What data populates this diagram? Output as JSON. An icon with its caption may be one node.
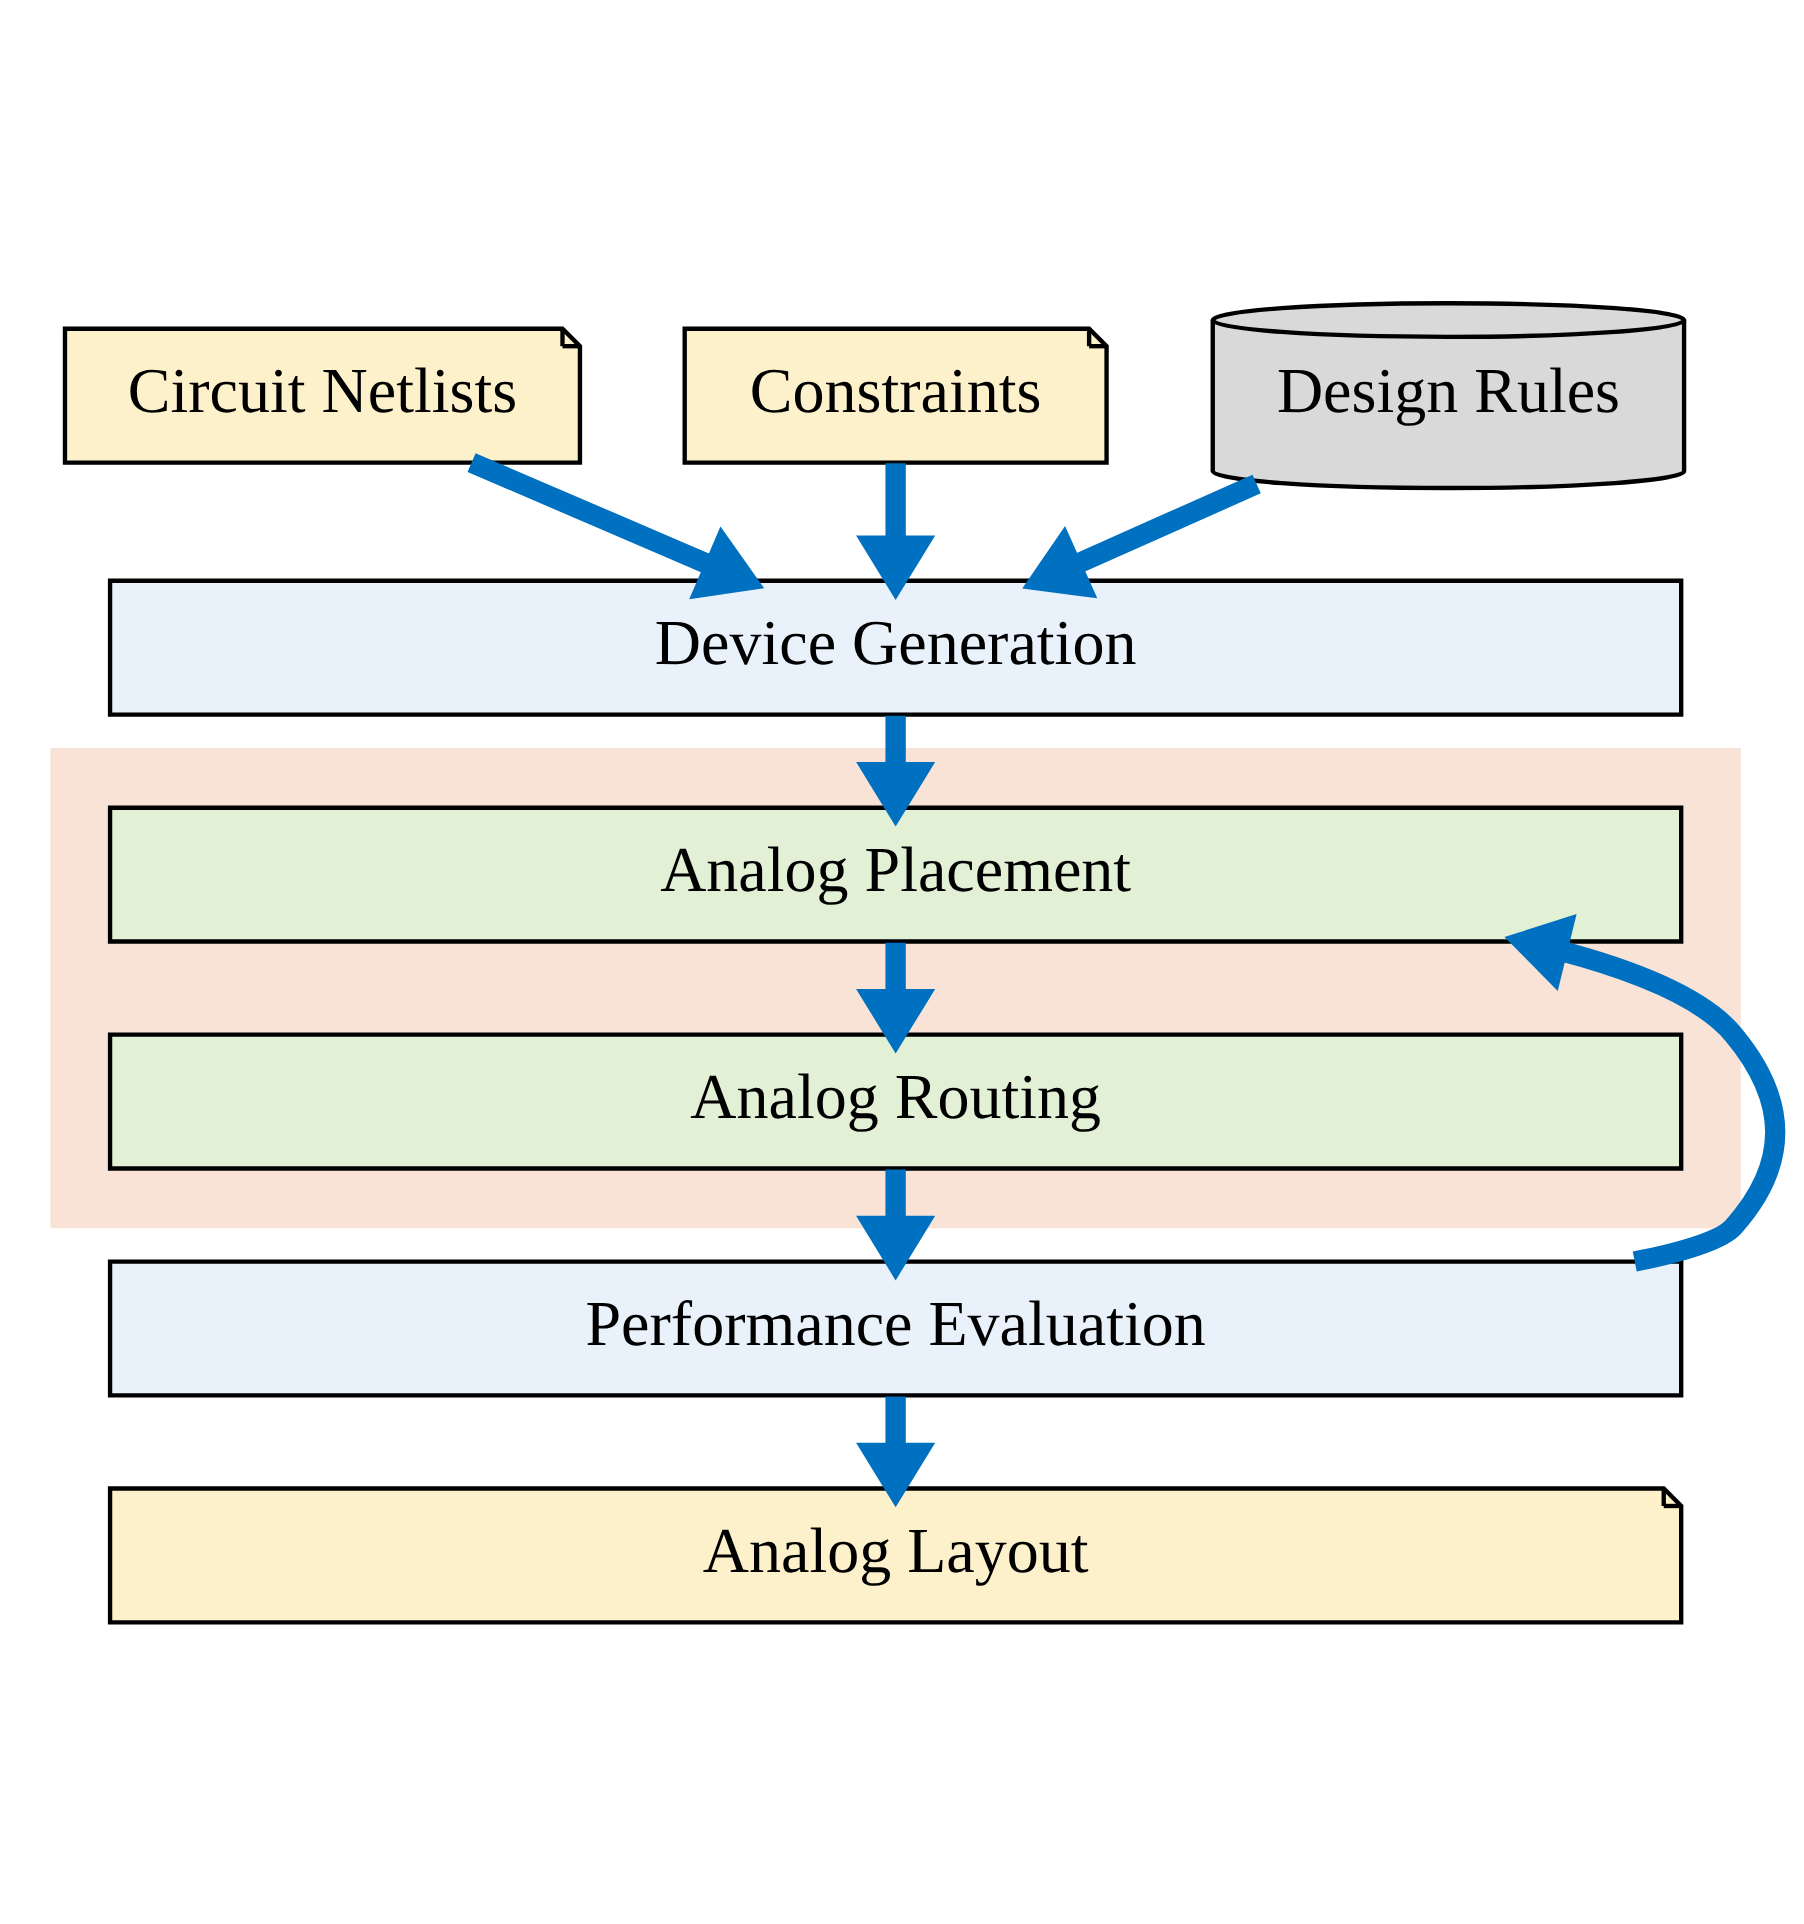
{
  "diagram": {
    "nodes": [
      {
        "text": [
          "Circuit Netlists"
        ]
      },
      {
        "text": [
          "Constraints"
        ]
      },
      {
        "text": [
          "Design Rules"
        ]
      },
      {
        "text": [
          "Device Generation"
        ]
      },
      {
        "text": [],
        "shape": "box"
      },
      {
        "text": [
          "Analog Placement"
        ],
        "in": 4
      },
      {
        "text": [
          "Analog Routing"
        ],
        "in": 4
      },
      {
        "text": [
          "Performance Evaluation"
        ]
      },
      {
        "text": [
          "Analog Layout"
        ]
      }
    ],
    "edges": [
      {
        "from": 0,
        "to": 3,
        "arrow": "to"
      },
      {
        "from": 1,
        "to": 3,
        "arrow": "to"
      },
      {
        "from": 2,
        "to": 3,
        "arrow": "to"
      },
      {
        "from": 3,
        "to": 5,
        "arrow": "to"
      },
      {
        "from": 5,
        "to": 6,
        "arrow": "to"
      },
      {
        "from": 6,
        "to": 7,
        "arrow": "to"
      },
      {
        "from": 7,
        "to": 5,
        "arrow": "to"
      },
      {
        "from": 7,
        "to": 8,
        "arrow": "to"
      }
    ]
  }
}
